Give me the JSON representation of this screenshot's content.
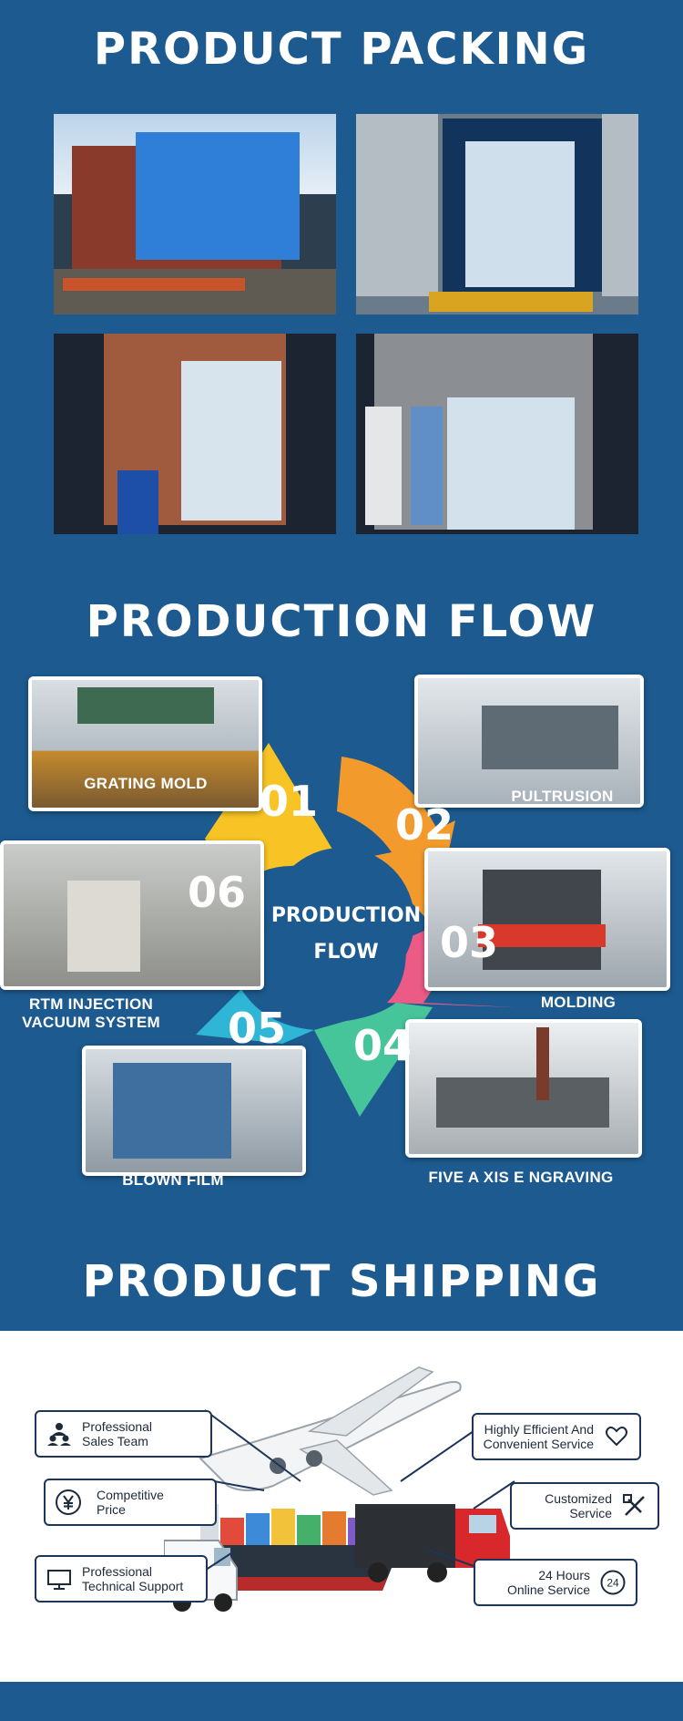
{
  "sections": {
    "packing_title": "PRODUCT PACKING",
    "flow_title": "PRODUCTION FLOW",
    "shipping_title": "PRODUCT SHIPPING"
  },
  "flow": {
    "center_line1": "PRODUCTION",
    "center_line2": "FLOW",
    "steps": [
      {
        "num": "01",
        "label": "GRATING MOLD"
      },
      {
        "num": "02",
        "label": "PULTRUSION"
      },
      {
        "num": "03",
        "label": "MOLDING"
      },
      {
        "num": "04",
        "label": "FIVE A XIS E NGRAVING"
      },
      {
        "num": "05",
        "label": "BLOWN FILM"
      },
      {
        "num": "06",
        "label_line1": "RTM INJECTION",
        "label_line2": "VACUUM SYSTEM"
      }
    ]
  },
  "services": {
    "sales": {
      "line1": "Professional",
      "line2": "Sales Team",
      "icon": "team-icon"
    },
    "price": {
      "line1": "Competitive",
      "line2": "Price",
      "icon": "yen-icon"
    },
    "support": {
      "line1": "Professional",
      "line2": "Technical Support",
      "icon": "monitor-icon"
    },
    "efficient": {
      "line1": "Highly Efficient And",
      "line2": "Convenient Service",
      "icon": "heart-hand-icon"
    },
    "customized": {
      "line1": "Customized",
      "line2": "Service",
      "icon": "tools-icon"
    },
    "online": {
      "line1": "24 Hours",
      "line2": "Online Service",
      "icon_text": "24",
      "icon": "clock-24-icon"
    }
  },
  "colors": {
    "background": "#1c5a8f",
    "arrow_yellow": "#f7c325",
    "arrow_orange": "#f39a2c",
    "arrow_pink": "#ec5a86",
    "arrow_green": "#46c49a",
    "arrow_cyan": "#2fb6d6",
    "arrow_blue": "#2a8fd6"
  }
}
